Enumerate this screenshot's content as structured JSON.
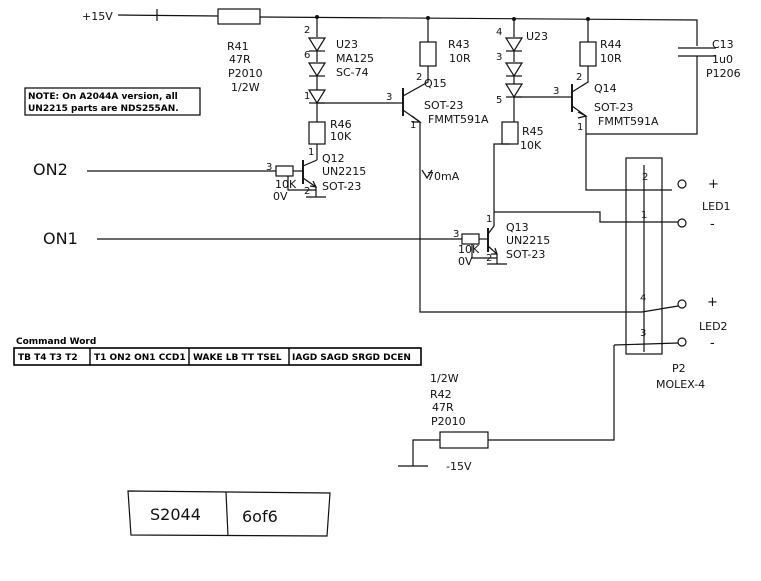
{
  "rails": {
    "plus": "+15V",
    "minus": "-15V"
  },
  "note": {
    "line1": "NOTE: On A2044A version, all",
    "line2": "UN2215 parts are NDS255AN."
  },
  "signals": {
    "on2": "ON2",
    "on1": "ON1"
  },
  "parts": {
    "r41": [
      "R41",
      "47R",
      "P2010",
      "1/2W"
    ],
    "u23a": [
      "U23",
      "MA125",
      "SC-74"
    ],
    "u23b": [
      "U23"
    ],
    "r43": [
      "R43",
      "10R"
    ],
    "r44": [
      "R44",
      "10R"
    ],
    "c13": [
      "C13",
      "1u0",
      "P1206"
    ],
    "q15": [
      "Q15",
      "SOT-23",
      "FMMT591A"
    ],
    "q14": [
      "Q14",
      "SOT-23",
      "FMMT591A"
    ],
    "r46": [
      "R46",
      "10K"
    ],
    "r45": [
      "R45",
      "10K"
    ],
    "q12": [
      "Q12",
      "UN2215",
      "SOT-23"
    ],
    "q13": [
      "Q13",
      "UN2215",
      "SOT-23"
    ],
    "r42": [
      "1/2W",
      "R42",
      "47R",
      "P2010"
    ],
    "p2": [
      "P2",
      "MOLEX-4"
    ],
    "current": "70mA"
  },
  "q12_pins": {
    "in": "3",
    "c": "1",
    "e": "2",
    "res": "10K",
    "ov": "0V"
  },
  "q13_pins": {
    "in": "3",
    "c": "1",
    "e": "2",
    "res": "10K",
    "ov": "0V"
  },
  "diode_pins": {
    "a": [
      "2",
      "6",
      "1"
    ],
    "b": [
      "4",
      "3",
      "5"
    ]
  },
  "transistor_pins": {
    "q15": [
      "2",
      "3",
      "1"
    ],
    "q14": [
      "2",
      "3",
      "1"
    ]
  },
  "connector": {
    "pins": [
      "2",
      "1",
      "4",
      "3"
    ],
    "signs": [
      "+",
      "-",
      "+",
      "-"
    ],
    "leds": [
      "LED1",
      "LED2"
    ]
  },
  "command_word": {
    "title": "Command Word",
    "groups": [
      "TB T4 T3 T2",
      "T1 ON2 ON1 CCD1",
      "WAKE LB TT TSEL",
      "IAGD SAGD SRGD DCEN"
    ]
  },
  "title_block": {
    "number": "S2044",
    "sheet": "6of6"
  }
}
